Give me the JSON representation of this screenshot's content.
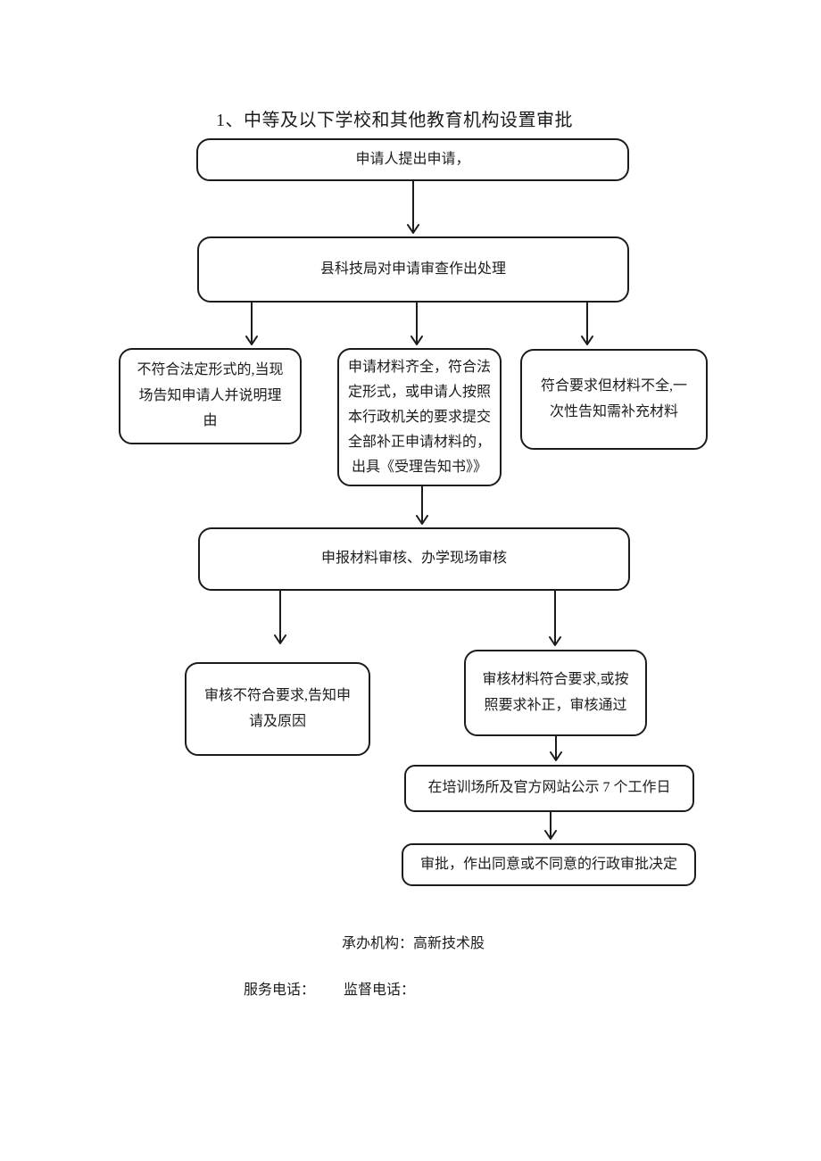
{
  "title": "1、中等及以下学校和其他教育机构设置审批",
  "flowchart": {
    "nodes": {
      "apply": "申请人提出申请，",
      "review": "县科技局对申请审查作出处理",
      "reject_form": "不符合法定形式的,当现\n场告知申请人并说明理\n由",
      "accept": "申请材料齐全，符合法\n定形式，或申请人按照\n本行政机关的要求提交\n全部补正申请材料的，\n出具《受理告知书》》",
      "incomplete": "符合要求但材料不全,一\n次性告知需补充材料",
      "audit": "申报材料审核、办学现场审核",
      "audit_fail": "审核不符合要求,告知申\n请及原因",
      "audit_pass": "审核材料符合要求,或按\n照要求补正，审核通过",
      "publicity": "在培训场所及官方网站公示 7 个工作日",
      "decision": "审批，作出同意或不同意的行政审批决定"
    }
  },
  "footer": {
    "agency": "承办机构：高新技术股",
    "service_phone": "服务电话：",
    "supervise_phone": "监督电话："
  },
  "colors": {
    "ink": "#1c1c1c",
    "background": "#ffffff"
  }
}
